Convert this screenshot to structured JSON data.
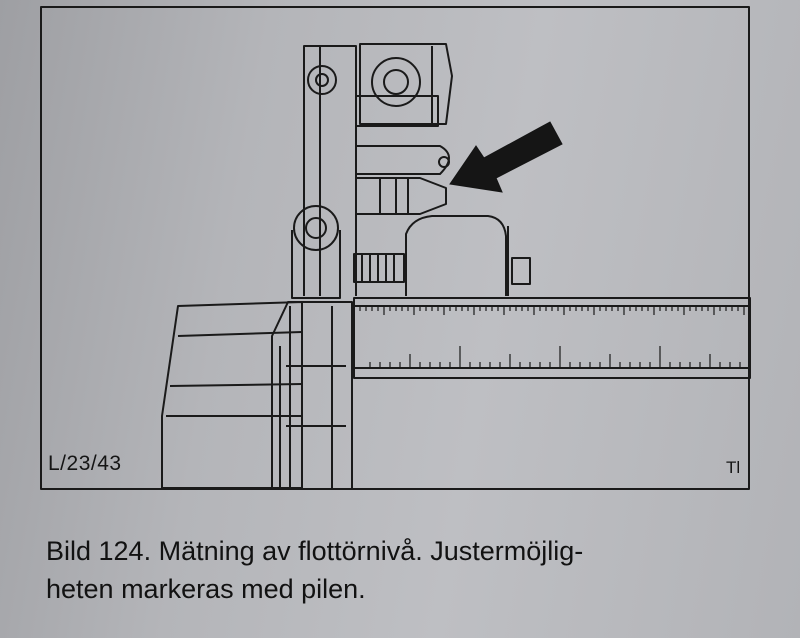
{
  "figure": {
    "code": "L/23/43",
    "initials": "Tl"
  },
  "caption": {
    "line1": "Bild 124. Mätning av flottörnivå. Justermöjlig-",
    "line2": "heten markeras med pilen."
  }
}
